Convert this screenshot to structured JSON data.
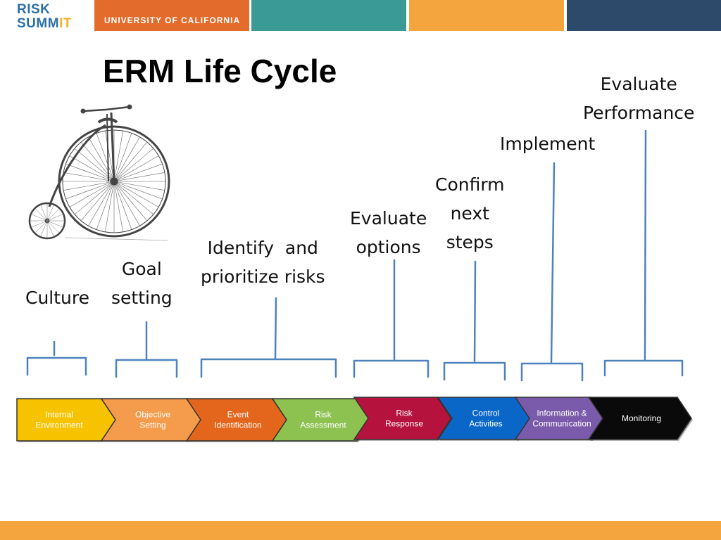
{
  "header": {
    "logo_line1": "RISK",
    "logo_line2_a": "SUMM",
    "logo_line2_b": "IT",
    "university": "UNIVERSITY OF CALIFORNIA"
  },
  "title": "ERM Life Cycle",
  "image": {
    "icon": "penny-farthing-bicycle"
  },
  "phases": [
    {
      "text_lines": [
        "Culture"
      ]
    },
    {
      "text_lines": [
        "Goal",
        "setting"
      ]
    },
    {
      "text_lines": [
        "Identify  and",
        "prioritize risks"
      ]
    },
    {
      "text_lines": [
        "Evaluate",
        "options"
      ]
    },
    {
      "text_lines": [
        "Confirm",
        "next",
        "steps"
      ]
    },
    {
      "text_lines": [
        "Implement"
      ]
    },
    {
      "text_lines": [
        "Evaluate",
        "Performance"
      ]
    }
  ],
  "components": [
    {
      "lines": [
        "Internal",
        "Environment"
      ],
      "color": "#f7c300",
      "text_color": "#ffffff"
    },
    {
      "lines": [
        "Objective",
        "Setting"
      ],
      "color": "#f59b4c",
      "text_color": "#ffffff"
    },
    {
      "lines": [
        "Event",
        "Identification"
      ],
      "color": "#e3661c",
      "text_color": "#ffffff"
    },
    {
      "lines": [
        "Risk",
        "Assessment"
      ],
      "color": "#8dc250",
      "text_color": "#ffffff"
    },
    {
      "lines": [
        "Risk",
        "Response"
      ],
      "color": "#b5133e",
      "text_color": "#ffffff"
    },
    {
      "lines": [
        "Control",
        "Activities"
      ],
      "color": "#0b67c7",
      "text_color": "#ffffff"
    },
    {
      "lines": [
        "Information &",
        "Communication"
      ],
      "color": "#7a5aaa",
      "text_color": "#ffffff"
    },
    {
      "lines": [
        "Monitoring"
      ],
      "color": "#0a0a0a",
      "text_color": "#ffffff"
    }
  ],
  "colors": {
    "bracket": "#4f81bd",
    "footer": "#f4a53e"
  }
}
